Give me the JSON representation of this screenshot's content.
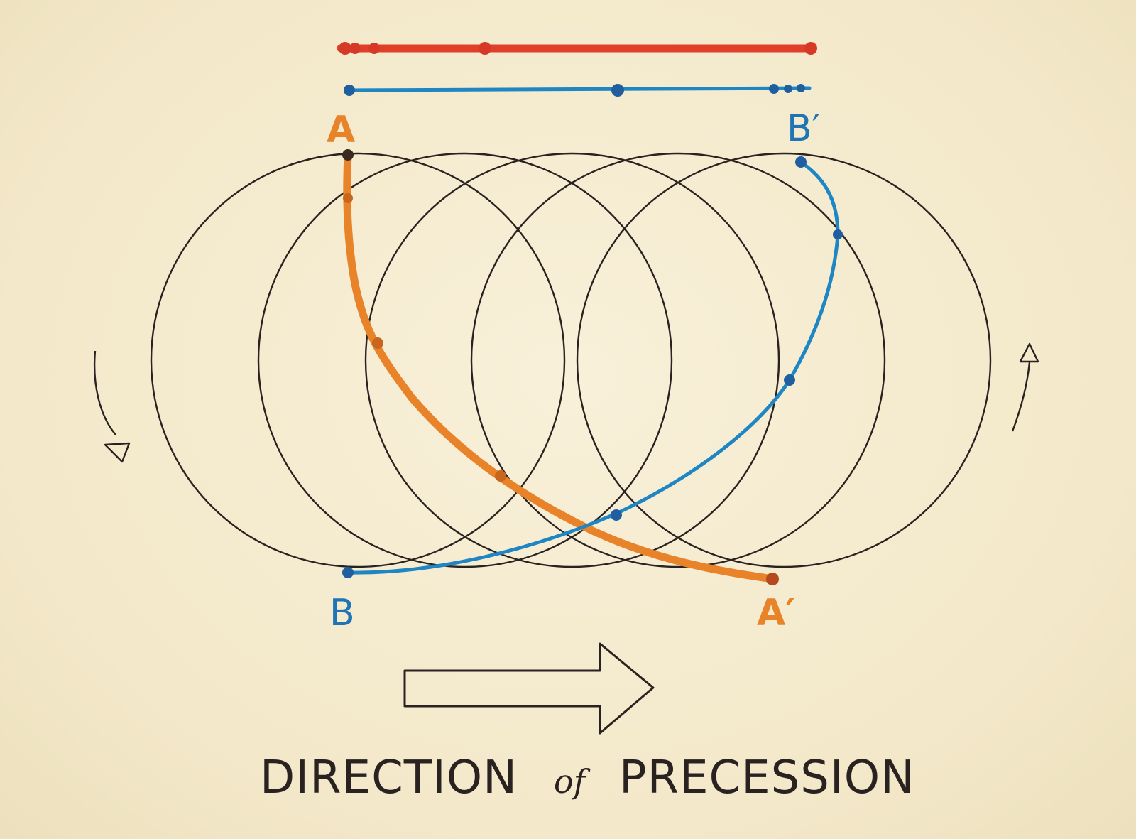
{
  "labels": {
    "point_a": "A",
    "point_a_prime": "A′",
    "point_b": "B",
    "point_b_prime": "B′"
  },
  "caption": {
    "main_1": "DIRECTION",
    "of": "of",
    "main_2": "PRECESSION"
  },
  "colors": {
    "orange_path": "#e8832a",
    "red_bar": "#e0402a",
    "blue_path": "#1f86c4",
    "ink": "#2a2220",
    "paper": "#f5ecd2"
  },
  "icons": {
    "rotation_left": "clockwise-arrow-icon",
    "rotation_right": "counterclockwise-arrow-icon",
    "precession": "right-arrow-icon"
  }
}
